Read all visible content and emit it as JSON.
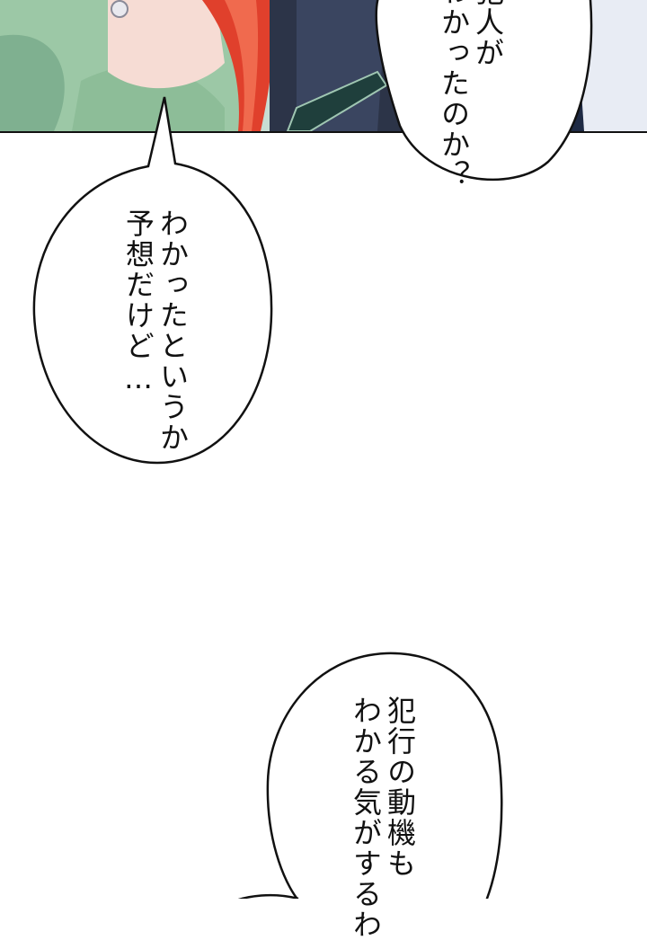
{
  "bubbles": {
    "top_right": {
      "lines": [
        "犯人が",
        "わかったのか？"
      ]
    },
    "middle_left": {
      "lines": [
        "わかったというか",
        "予想だけど…"
      ]
    },
    "bottom_right": {
      "lines": [
        "犯行の動機も",
        "わかる気がするわ"
      ]
    }
  },
  "colors": {
    "background": "#ffffff",
    "bubble_outline": "#111111",
    "hair_red": "#e0402c",
    "dress_green": "#8fbf9a",
    "dark_coat": "#2c3448"
  }
}
